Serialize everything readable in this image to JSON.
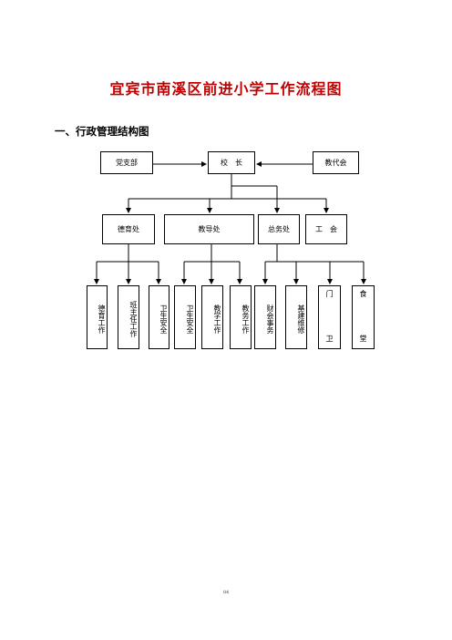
{
  "title": "宜宾市南溪区前进小学工作流程图",
  "section_heading": "一、行政管理结构图",
  "top_row": {
    "left": "党支部",
    "center": "校　长",
    "right": "教代会"
  },
  "mid_row": [
    "德育处",
    "教导处",
    "总务处",
    "工　会"
  ],
  "bottom_row": [
    "德育工作",
    "班主任工作",
    "卫生安全",
    "卫生安全",
    "教学工作",
    "教务工作",
    "财会事务",
    "基建维修",
    "门卫",
    "食堂"
  ],
  "page_number": "84"
}
